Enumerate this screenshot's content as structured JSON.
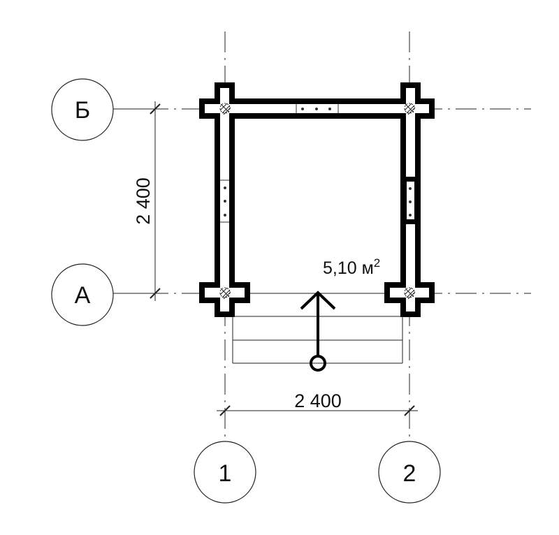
{
  "axes": {
    "rows": [
      {
        "label": "Б"
      },
      {
        "label": "А"
      }
    ],
    "columns": [
      {
        "label": "1"
      },
      {
        "label": "2"
      }
    ]
  },
  "dimensions": {
    "vertical": "2 400",
    "horizontal": "2 400"
  },
  "room": {
    "area_value": "5,10 м",
    "area_sup": "2"
  },
  "colors": {
    "ink": "#000000",
    "background": "#ffffff"
  }
}
